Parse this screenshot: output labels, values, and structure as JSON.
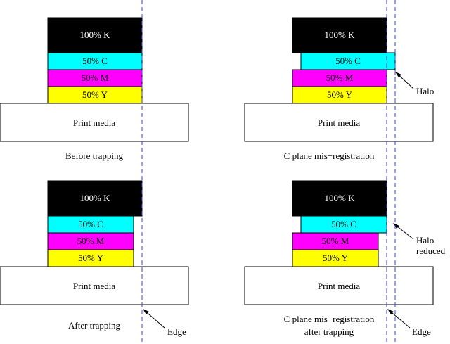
{
  "colors": {
    "black": "#000000",
    "cyan": "#00ffff",
    "magenta": "#ff00ff",
    "yellow": "#ffff00",
    "media": "#ffffff",
    "guide_line": "#3b3bff"
  },
  "labels": {
    "k": "100% K",
    "c": "50% C",
    "m": "50% M",
    "y": "50% Y",
    "media": "Print media"
  },
  "panels": {
    "p1": {
      "caption": "Before trapping"
    },
    "p2": {
      "caption": "C plane mis−registration",
      "callout": "Halo"
    },
    "p3": {
      "caption": "After trapping",
      "callout": "Edge"
    },
    "p4": {
      "caption_line1": "C plane mis−registration",
      "caption_line2": "after trapping",
      "callout1_line1": "Halo",
      "callout1_line2": "reduced",
      "callout2": "Edge"
    }
  }
}
